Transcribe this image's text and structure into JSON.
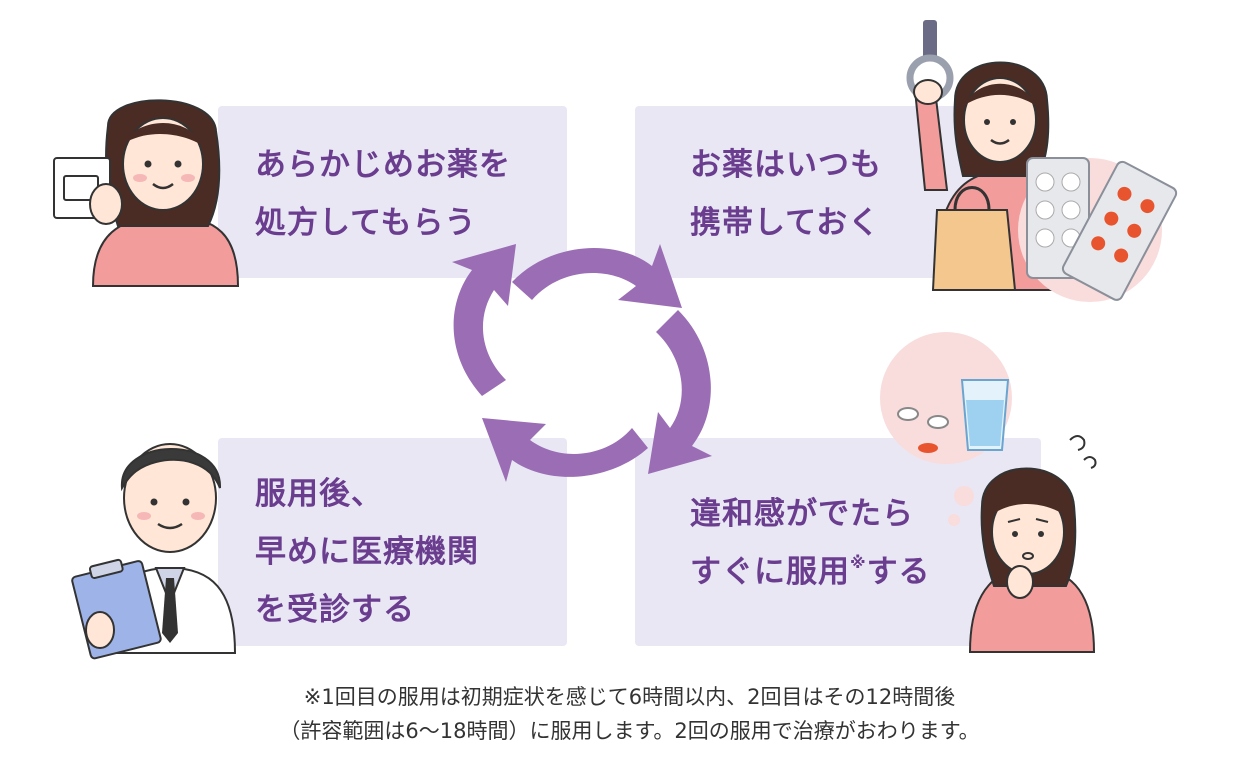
{
  "steps": [
    {
      "lines": [
        "あらかじめお薬を",
        "処方してもらう"
      ]
    },
    {
      "lines": [
        "お薬はいつも",
        "携帯しておく"
      ]
    },
    {
      "lines": [
        "違和感がでたら",
        "すぐに服用"
      ],
      "note_mark": "※",
      "suffix": "する"
    },
    {
      "lines": [
        "服用後、",
        "早めに医療機関",
        "を受診する"
      ]
    }
  ],
  "footnote": {
    "line1": "※1回目の服用は初期症状を感じて6時間以内、2回目はその12時間後",
    "line2": "（許容範囲は6〜18時間）に服用します。2回の服用で治療がおわります。"
  },
  "colors": {
    "card_bg": "#e9e7f4",
    "text": "#6a3d8f",
    "arrow": "#9a6db5",
    "skin": "#ffe6d6",
    "hair": "#4a2c25",
    "shirt_pink": "#f39c9c",
    "pill_red": "#e8542e"
  },
  "icons": [
    "medicine-box-icon",
    "pill-sheet-icon",
    "water-glass-icon",
    "clipboard-icon",
    "thought-bubble-icon"
  ]
}
